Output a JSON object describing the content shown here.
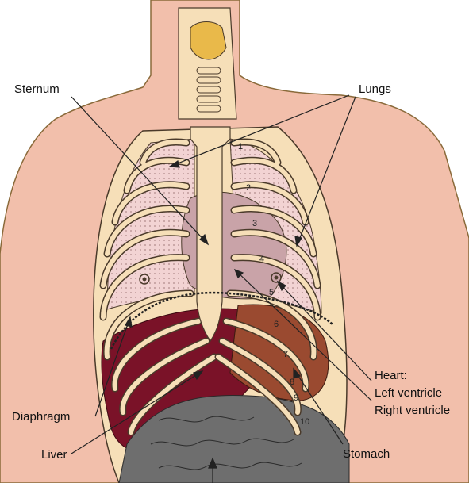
{
  "labels": {
    "sternum": "Sternum",
    "lungs": "Lungs",
    "heart_title": "Heart:",
    "left_ventricle": "Left ventricle",
    "right_ventricle": "Right ventricle",
    "diaphragm": "Diaphragm",
    "liver": "Liver",
    "stomach": "Stomach"
  },
  "rib_numbers": [
    "1",
    "2",
    "3",
    "4",
    "5",
    "6",
    "7",
    "8",
    "9",
    "10"
  ],
  "colors": {
    "skin": "#f2bfab",
    "skin_outline": "#8a6a3a",
    "bone": "#f6dfb8",
    "bone_outline": "#4a3a2a",
    "lung": "#f2d3d3",
    "heart": "#c9a3a8",
    "liver": "#7a1228",
    "stomach": "#9a4a30",
    "intestine": "#6e6e6e",
    "thyroid": "#e9b94a"
  }
}
